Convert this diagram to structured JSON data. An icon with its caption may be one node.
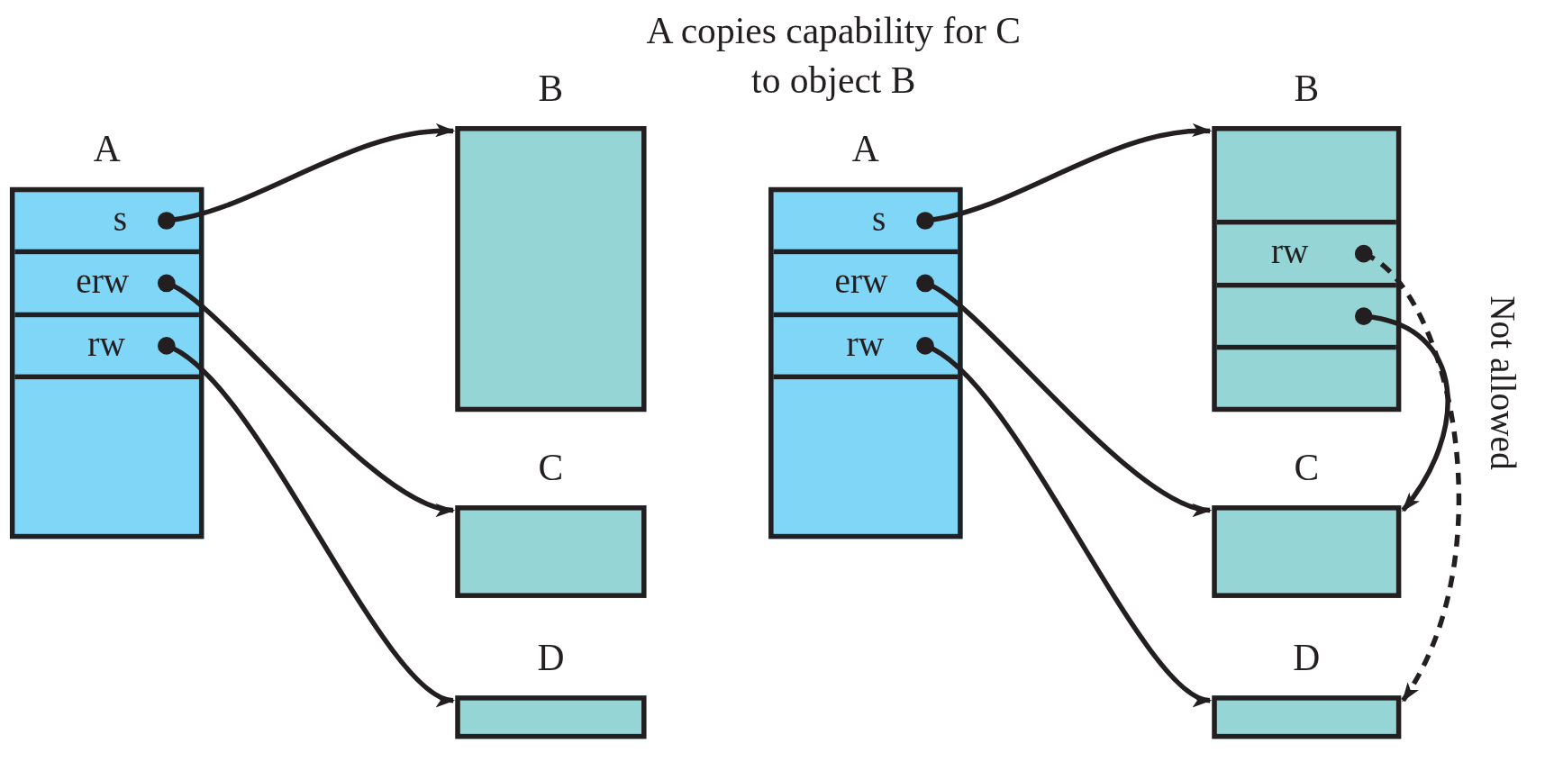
{
  "diagram": {
    "title": "A copies capability for C to object B",
    "nodes": [
      {
        "text": [
          "A"
        ]
      },
      {
        "text": [
          "s"
        ],
        "in": 0
      },
      {
        "text": [
          "erw"
        ],
        "in": 0
      },
      {
        "text": [
          "rw"
        ],
        "in": 0
      },
      {
        "text": [
          "B"
        ]
      },
      {
        "text": [
          "C"
        ]
      },
      {
        "text": [
          "D"
        ]
      },
      {
        "text": [
          "A"
        ]
      },
      {
        "text": [
          "s"
        ],
        "in": 7
      },
      {
        "text": [
          "erw"
        ],
        "in": 7
      },
      {
        "text": [
          "rw"
        ],
        "in": 7
      },
      {
        "text": [
          "B"
        ]
      },
      {
        "text": [
          "rw"
        ],
        "in": 11
      },
      {
        "text": [],
        "shape": "box",
        "in": 11
      },
      {
        "text": [
          "C"
        ]
      },
      {
        "text": [
          "D"
        ]
      }
    ],
    "edges": [
      {
        "from": 1,
        "to": 4,
        "arrow": "to"
      },
      {
        "from": 2,
        "to": 5,
        "arrow": "to"
      },
      {
        "from": 3,
        "to": 6,
        "arrow": "to"
      },
      {
        "from": 8,
        "to": 11,
        "arrow": "to"
      },
      {
        "from": 9,
        "to": 14,
        "arrow": "to"
      },
      {
        "from": 10,
        "to": 15,
        "arrow": "to"
      },
      {
        "from": 13,
        "to": 14,
        "arrow": "to"
      },
      {
        "from": 12,
        "to": 15,
        "arrow": "to",
        "style": "dashed",
        "label": "Not allowed"
      }
    ]
  }
}
